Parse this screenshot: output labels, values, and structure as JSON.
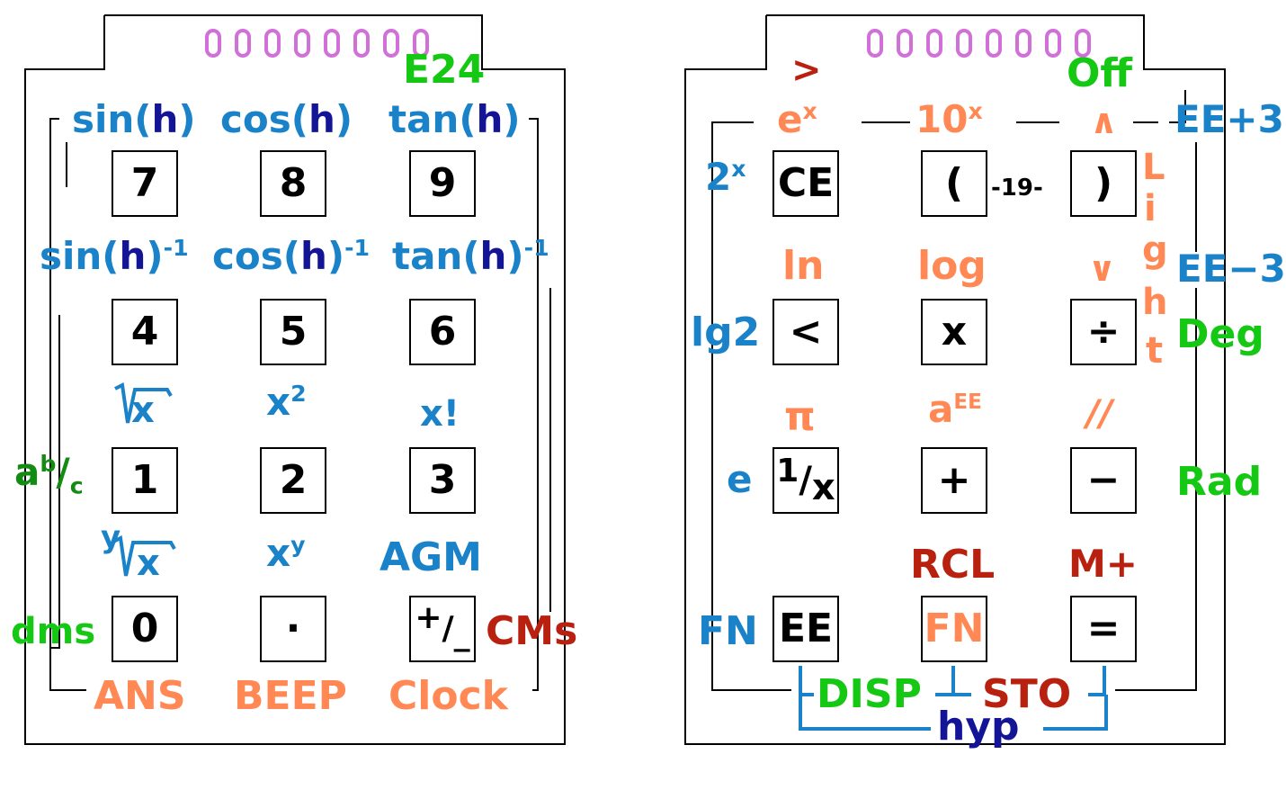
{
  "colors": {
    "outline": "#000000",
    "wire_blue": "#1a82c8",
    "blue": "#1a82c8",
    "navy": "#141496",
    "green": "#14c814",
    "dark_green": "#128c12",
    "salmon": "#ff8855",
    "red": "#b82010",
    "indicator": "#d070d8"
  },
  "left": {
    "keys": [
      "7",
      "8",
      "9",
      "4",
      "5",
      "6",
      "1",
      "2",
      "3",
      "0",
      "·"
    ],
    "pm_key": {
      "plus": "+",
      "slash": "/",
      "minus": "_"
    },
    "top": {
      "e24": "E24"
    },
    "trig": {
      "sin": "sin(",
      "cos": "cos(",
      "tan": "tan(",
      "h": "h",
      "close": ")",
      "inv": "-1"
    },
    "row3": {
      "sqrt_x": "x",
      "x2_base": "x",
      "x2_exp": "2",
      "fact": "x!"
    },
    "row4": {
      "root_y": "y",
      "root_x": "x",
      "xy_base": "x",
      "xy_exp": "y",
      "agm": "AGM"
    },
    "side": {
      "frac_a": "a",
      "frac_b": "b",
      "frac_slash": "/",
      "frac_c": "c",
      "dms": "dms",
      "cms": "CMs"
    },
    "bottom": {
      "ans": "ANS",
      "beep": "BEEP",
      "clock": "Clock"
    }
  },
  "right": {
    "keys": {
      "ce": "CE",
      "open": "(",
      "close": ")",
      "less": "<",
      "mul": "x",
      "div": "÷",
      "rec_one": "1",
      "rec_slash": "/",
      "rec_x": "x",
      "plus": "+",
      "minus": "−",
      "ee": "EE",
      "fn": "FN",
      "eq": "="
    },
    "top": {
      "gt": ">",
      "off": "Off",
      "ex_base": "e",
      "ex_exp": "x",
      "tenx_base": "10",
      "tenx_exp": "x",
      "and": "∧",
      "ee3": "EE+3"
    },
    "row2": {
      "two_base": "2",
      "two_exp": "x",
      "nineteen": "-19-",
      "ln": "ln",
      "log": "log",
      "or": "∨",
      "eem3": "EE−3",
      "light": [
        "L",
        "i",
        "g",
        "h",
        "t"
      ]
    },
    "row3": {
      "lg2": "lg2",
      "deg": "Deg",
      "pi": "π",
      "aee_base": "a",
      "aee_exp": "EE",
      "par": "//"
    },
    "row4": {
      "e": "e",
      "rad": "Rad",
      "rcl": "RCL",
      "mplus": "M+"
    },
    "row5": {
      "fn_label": "FN"
    },
    "bottom": {
      "disp": "DISP",
      "sto": "STO",
      "hyp": "hyp"
    }
  }
}
